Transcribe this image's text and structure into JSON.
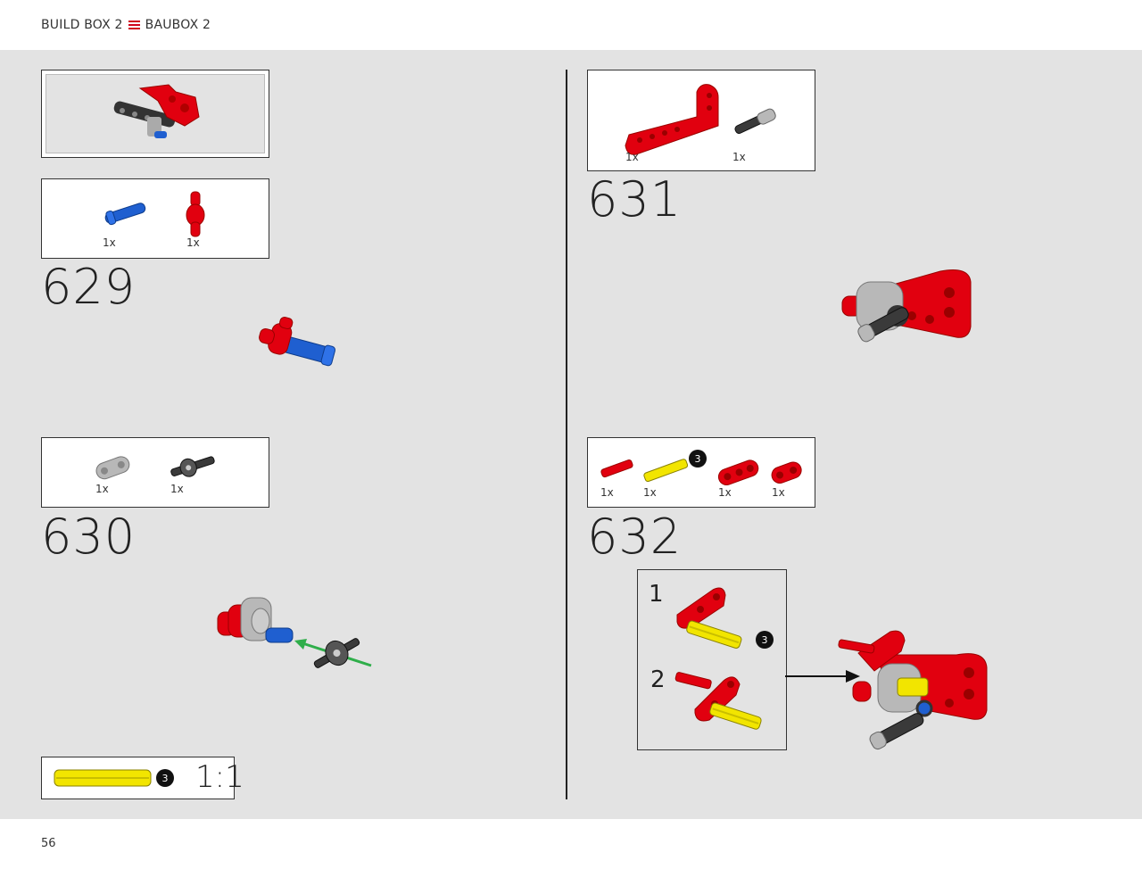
{
  "header": {
    "left_title": "BUILD BOX 2",
    "right_title": "BAUBOX 2"
  },
  "footer": {
    "page_number": "56"
  },
  "colors": {
    "brick_red": "#e1000f",
    "axle_yellow": "#f2e500",
    "pin_blue": "#1f5fd0",
    "grey_light": "#b8b8b8",
    "grey_dark": "#3a3a3a",
    "arrow_green": "#2fae4a"
  },
  "steps": [
    {
      "number": "629",
      "parts": [
        {
          "qty": "1x",
          "icon": "blue-pin-icon"
        },
        {
          "qty": "1x",
          "icon": "red-connector-icon"
        }
      ]
    },
    {
      "number": "630",
      "parts": [
        {
          "qty": "1x",
          "icon": "grey-beam-icon"
        },
        {
          "qty": "1x",
          "icon": "dark-axle-connector-icon"
        }
      ]
    },
    {
      "number": "631",
      "parts": [
        {
          "qty": "1x",
          "icon": "red-l-beam-icon"
        },
        {
          "qty": "1x",
          "icon": "grey-pin-icon"
        }
      ]
    },
    {
      "number": "632",
      "parts": [
        {
          "qty": "1x",
          "icon": "red-axle-icon"
        },
        {
          "qty": "1x",
          "icon": "yellow-axle-icon",
          "length": "3"
        },
        {
          "qty": "1x",
          "icon": "red-beam-icon"
        },
        {
          "qty": "1x",
          "icon": "red-small-beam-icon"
        }
      ],
      "substeps": [
        {
          "number": "1",
          "length": "3"
        },
        {
          "number": "2"
        }
      ]
    }
  ],
  "scale_box": {
    "length": "3",
    "ratio": "1:1"
  }
}
